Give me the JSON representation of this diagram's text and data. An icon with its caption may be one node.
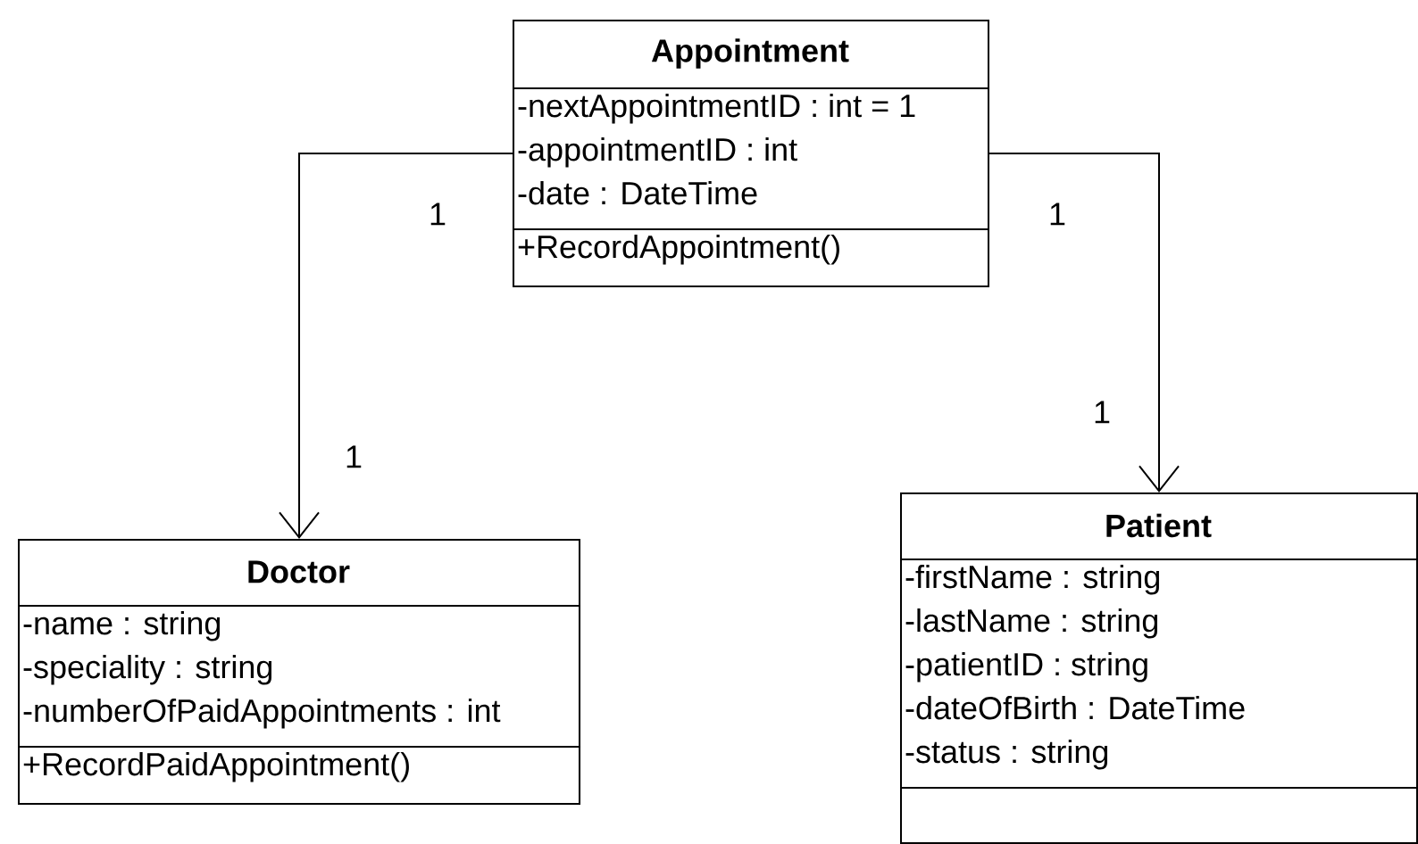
{
  "diagram": {
    "nodes": [
      {
        "text": [
          "Appointment"
        ]
      },
      {
        "text": [
          "-nextAppointmentID : int = 1",
          "-appointmentID : int",
          "-date : DateTime"
        ],
        "in": 0
      },
      {
        "text": [
          "+RecordAppointment()"
        ],
        "in": 0
      },
      {
        "text": [
          "Doctor"
        ]
      },
      {
        "text": [
          "-name : string",
          "-speciality : string",
          "-numberOfPaidAppointments : int"
        ],
        "in": 3
      },
      {
        "text": [
          "+RecordPaidAppointment()"
        ],
        "in": 3
      },
      {
        "text": [
          "Patient"
        ]
      },
      {
        "text": [
          "-firstName : string",
          "-lastName : string",
          "-patientID : string",
          "-dateOfBirth : DateTime",
          "-status : string"
        ],
        "in": 6
      },
      {
        "text": [],
        "shape": "box",
        "in": 6
      }
    ],
    "edges": [
      {
        "from": 0,
        "to": 3,
        "arrow": "to"
      },
      {
        "from": 0,
        "to": 6,
        "arrow": "to"
      }
    ],
    "labels": [
      "1",
      "1",
      "1",
      "1"
    ]
  }
}
